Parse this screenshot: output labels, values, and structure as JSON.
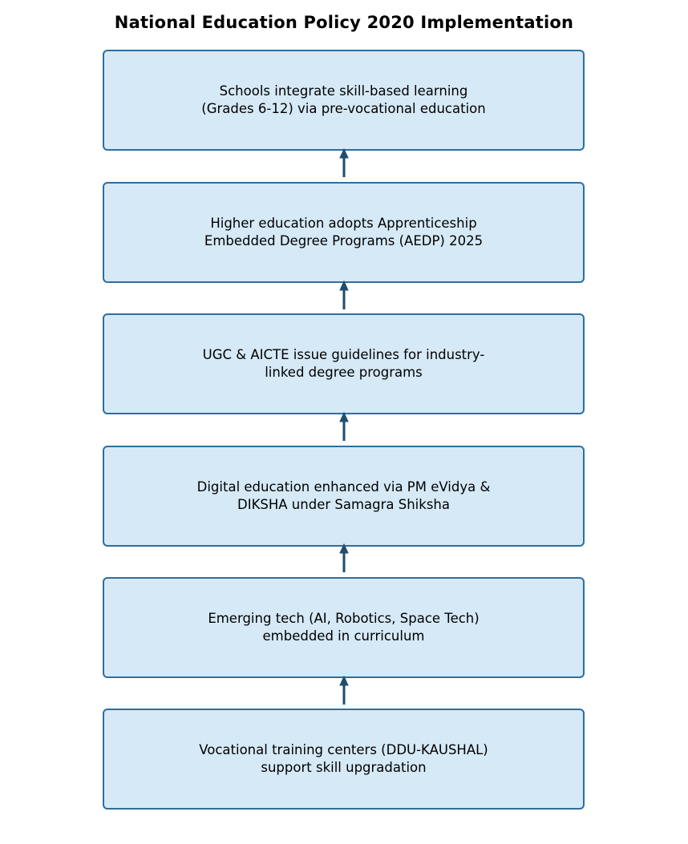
{
  "title": "National Education Policy 2020 Implementation",
  "colors": {
    "box_fill": "#d6e9f6",
    "box_border": "#2e6e9e",
    "arrow": "#1f4e6e"
  },
  "steps": [
    {
      "text": "Schools integrate skill-based learning\n(Grades 6-12) via pre-vocational education"
    },
    {
      "text": "Higher education adopts Apprenticeship\nEmbedded Degree Programs (AEDP) 2025"
    },
    {
      "text": "UGC & AICTE issue guidelines for industry-\nlinked degree programs"
    },
    {
      "text": "Digital education enhanced via PM eVidya &\nDIKSHA under Samagra Shiksha"
    },
    {
      "text": "Emerging tech (AI, Robotics, Space Tech)\nembedded in curriculum"
    },
    {
      "text": "Vocational training centers (DDU-KAUSHAL)\nsupport skill upgradation"
    }
  ]
}
